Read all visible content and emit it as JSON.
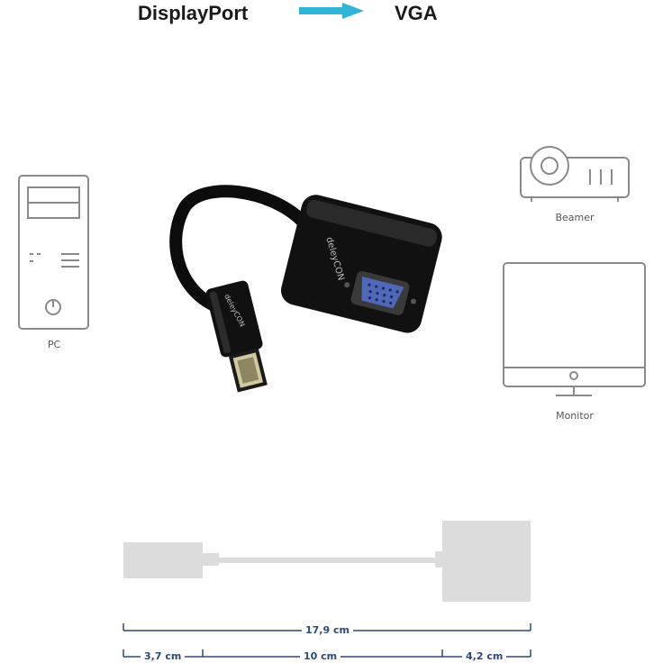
{
  "header": {
    "source": "DisplayPort",
    "target": "VGA",
    "arrow_color": "#2fb4d8"
  },
  "devices": {
    "pc": {
      "label": "PC",
      "icon": "pc-tower-icon"
    },
    "beamer": {
      "label": "Beamer",
      "icon": "projector-icon"
    },
    "monitor": {
      "label": "Monitor",
      "icon": "monitor-icon"
    }
  },
  "product": {
    "brand_text": "deleyCON",
    "icon": "displayport-to-vga-adapter-image"
  },
  "dimensions": {
    "total": "17,9 cm",
    "plug": "3,7 cm",
    "cable": "10 cm",
    "housing": "4,2 cm",
    "line_color": "#2b4a7a"
  }
}
